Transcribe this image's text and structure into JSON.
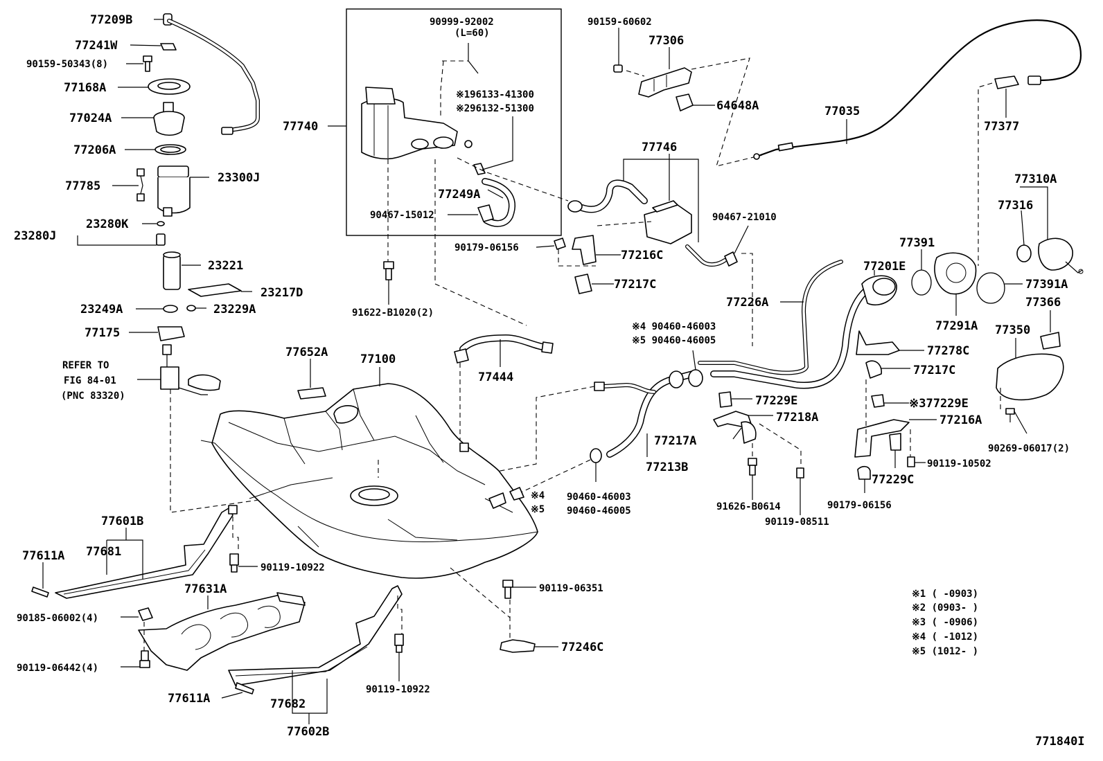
{
  "diagram": {
    "ref_number": "771840I",
    "group_box": {
      "label": "77740"
    },
    "refer_note": [
      "REFER TO",
      "FIG 84-01",
      "(PNC 83320)"
    ],
    "footnotes": [
      "※1 (    -0903)",
      "※2 (0903-    )",
      "※3 (    -0906)",
      "※4 (    -1012)",
      "※5 (1012-    )"
    ],
    "labels": {
      "l77209B": "77209B",
      "l77241W": "77241W",
      "l90159_50343": "90159-50343(8)",
      "l77168A": "77168A",
      "l77024A": "77024A",
      "l77206A": "77206A",
      "l77785": "77785",
      "l23300J": "23300J",
      "l23280K": "23280K",
      "l23280J": "23280J",
      "l23221": "23221",
      "l23217D": "23217D",
      "l23249A": "23249A",
      "l23229A": "23229A",
      "l77175": "77175",
      "l90999": "90999-92002",
      "l90999sub": "(L=60)",
      "l196133": "※196133-41300",
      "l296132": "※296132-51300",
      "l77740": "77740",
      "l77249A": "77249A",
      "l90467_15012": "90467-15012",
      "l91622": "91622-B1020(2)",
      "l90159_60602": "90159-60602",
      "l77306": "77306",
      "l64648A": "64648A",
      "l77746": "77746",
      "l90179_06156a": "90179-06156",
      "l77216C": "77216C",
      "l77217Ca": "77217C",
      "l90467_21010": "90467-21010",
      "l77035": "77035",
      "l77377": "77377",
      "l77310A": "77310A",
      "l77316": "77316",
      "l77391": "77391",
      "l77201E": "77201E",
      "l77391A": "77391A",
      "l77226A": "77226A",
      "l77291A": "77291A",
      "l77366": "77366",
      "l77350": "77350",
      "l4_46003": "※4 90460-46003",
      "l5_46005": "※5 90460-46005",
      "l77278C": "77278C",
      "l77217Cb": "77217C",
      "l77229Ea": "77229E",
      "l77229Eb": "※377229E",
      "l77218A": "77218A",
      "l77216A": "77216A",
      "l77217A": "77217A",
      "l77213B": "77213B",
      "l90119_10502": "90119-10502",
      "l77229C": "77229C",
      "l90269": "90269-06017(2)",
      "l90460_46003b": "90460-46003",
      "l90460_46005b": "90460-46005",
      "l91626": "91626-B0614",
      "l90119_08511": "90119-08511",
      "l90179_06156b": "90179-06156",
      "l77652A": "77652A",
      "l77100": "77100",
      "l77444": "77444",
      "l4": "※4",
      "l5": "※5",
      "l77601B": "77601B",
      "l77681": "77681",
      "l77611Aa": "77611A",
      "l90119_10922a": "90119-10922",
      "l77631A": "77631A",
      "l90185": "90185-06002(4)",
      "l90119_06442": "90119-06442(4)",
      "l90119_06351": "90119-06351",
      "l77246C": "77246C",
      "l77611Ab": "77611A",
      "l77682": "77682",
      "l77602B": "77602B",
      "l90119_10922b": "90119-10922"
    }
  }
}
